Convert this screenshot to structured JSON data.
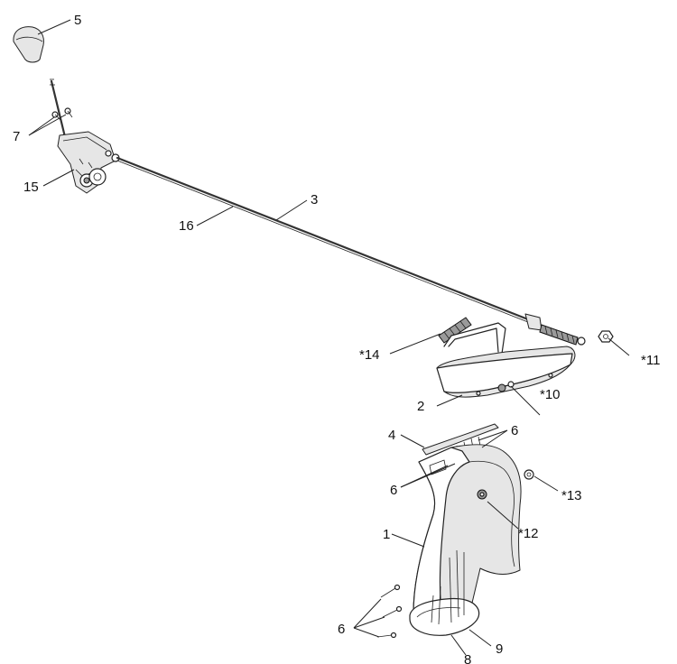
{
  "callouts": {
    "c1": "1",
    "c2": "2",
    "c3": "3",
    "c4": "4",
    "c5": "5",
    "c6a": "6",
    "c6b": "6",
    "c6c": "6",
    "c7": "7",
    "c8": "8",
    "c9": "9",
    "c10": "*10",
    "c11": "*11",
    "c12": "*12",
    "c13": "*13",
    "c14": "*14",
    "c15": "15",
    "c16": "16"
  }
}
